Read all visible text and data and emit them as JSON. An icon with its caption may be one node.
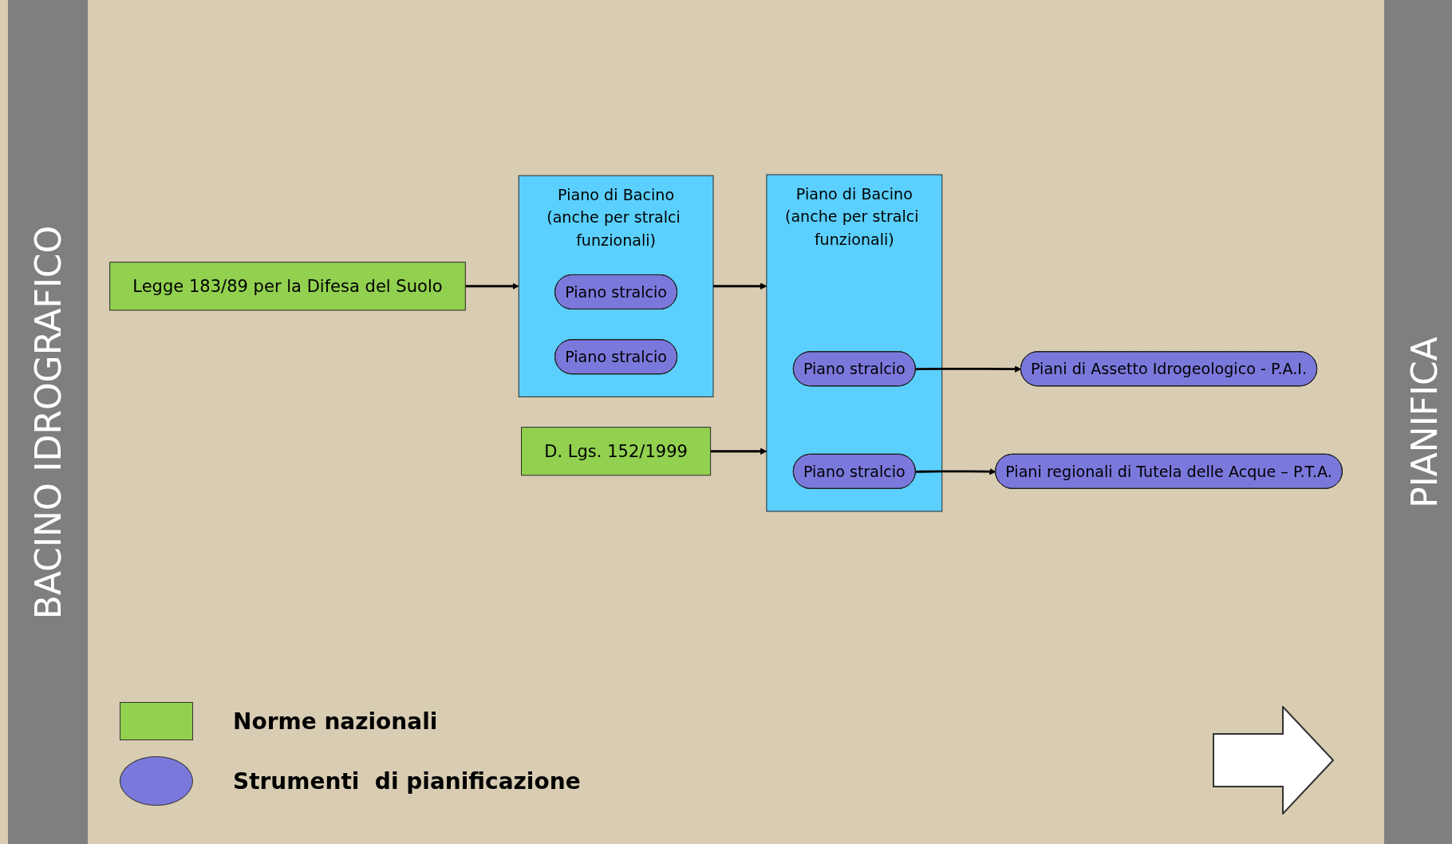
{
  "diagram": {
    "nodes": [
      {
        "text": [
          "Legge 183/89 per la Difesa del Suolo"
        ]
      },
      {
        "text": [
          "Piano di Bacino",
          "(anche per stralci funzionali)"
        ]
      },
      {
        "text": [
          "Piano stralcio"
        ],
        "in": 1
      },
      {
        "text": [
          "Piano stralcio"
        ],
        "in": 1
      },
      {
        "text": [
          "Piano di Bacino",
          "(anche per stralci funzionali)"
        ]
      },
      {
        "text": [
          "Piano stralcio"
        ],
        "in": 4
      },
      {
        "text": [
          "Piano stralcio"
        ],
        "in": 4
      },
      {
        "text": [
          "D. Lgs. 152/1999"
        ]
      },
      {
        "text": [
          "Piani di Assetto Idrogeologico - P.A.I."
        ]
      },
      {
        "text": [
          "Piani regionali di Tutela delle Acque – P.T.A."
        ]
      }
    ],
    "edges": [
      {
        "from": 0,
        "to": 1,
        "arrow": "to"
      },
      {
        "from": 1,
        "to": 4,
        "arrow": "to"
      },
      {
        "from": 7,
        "to": 4,
        "arrow": "to"
      },
      {
        "from": 5,
        "to": 8,
        "arrow": "to"
      },
      {
        "from": 6,
        "to": 9,
        "arrow": "to"
      }
    ],
    "labels": [
      "BACINO IDROGRAFICO",
      "PIANIFICA"
    ],
    "legend": [
      {
        "text": "Norme nazionali",
        "color": "#92d050"
      },
      {
        "text": "Strumenti  di pianificazione",
        "color": "#7b78dc"
      }
    ]
  }
}
